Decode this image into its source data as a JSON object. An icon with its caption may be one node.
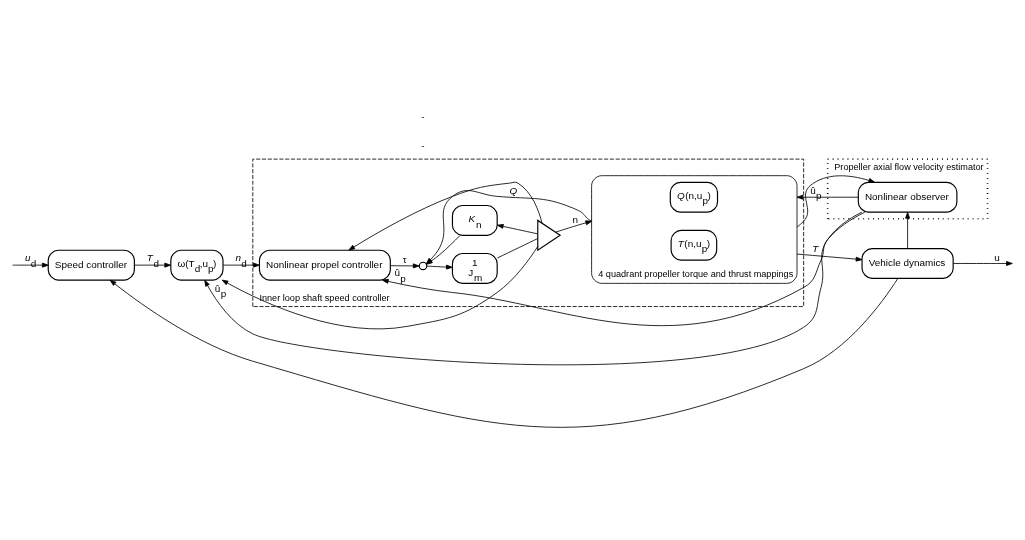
{
  "diagram": {
    "nodes": [
      {
        "text": [
          "Propeller axial flow velocity estimator"
        ]
      },
      {
        "text": [
          "Nonlinear observer"
        ],
        "in": 0
      },
      {
        "text": [
          "Inner loop shaft speed controller"
        ]
      },
      {
        "text": [
          "Speed controller"
        ]
      },
      {
        "text": [
          "ω(T$_{d}$,u$_{p}$)"
        ]
      },
      {
        "text": [
          "Nonlinear propel controller"
        ],
        "in": 2
      },
      {
        "text": [],
        "shape": "circle",
        "in": 2
      },
      {
        "text": [
          "1",
          "J$_{m}$"
        ],
        "in": 2
      },
      {
        "text": [],
        "shape": "triangle",
        "in": 2
      },
      {
        "text": [
          "*K*$_{n}$"
        ],
        "in": 2
      },
      {
        "text": [],
        "shape": "box",
        "beside": [
          "4 quadrant propeller torque and thrust mappings"
        ],
        "in": 2
      },
      {
        "text": [
          "*Q*(n,u$_{p}$)"
        ],
        "in": 10
      },
      {
        "text": [
          "*T*(n,u$_{p}$)"
        ],
        "in": 10
      },
      {
        "text": [
          "Vehicle dynamics"
        ]
      }
    ],
    "edges": [
      {
        "from": null,
        "to": 3,
        "arrow": "to",
        "label": "*u*$_{d}$"
      },
      {
        "from": 3,
        "to": 4,
        "arrow": "to",
        "label": "*T*$_{d}$"
      },
      {
        "from": 4,
        "to": 5,
        "arrow": "to",
        "label": "*n*$_{d}$"
      },
      {
        "from": 5,
        "to": 6,
        "arrow": "to",
        "label": "τ"
      },
      {
        "from": 6,
        "to": 7,
        "arrow": "to"
      },
      {
        "from": 7,
        "to": 8,
        "arrow": "none"
      },
      {
        "from": 8,
        "to": 10,
        "arrow": "to",
        "label": "n"
      },
      {
        "from": 8,
        "to": 9,
        "arrow": "to"
      },
      {
        "from": 9,
        "to": 6,
        "arrow": "to"
      },
      {
        "from": 8,
        "to": 5,
        "arrow": "to"
      },
      {
        "from": 8,
        "to": 4,
        "arrow": "to"
      },
      {
        "from": 10,
        "to": 6,
        "arrow": "to",
        "label": "*Q*"
      },
      {
        "from": 10,
        "to": 13,
        "arrow": "to",
        "label": "*T*"
      },
      {
        "from": 13,
        "to": null,
        "arrow": "to",
        "label": "u"
      },
      {
        "from": 10,
        "to": 1,
        "arrow": "to"
      },
      {
        "from": 13,
        "to": 1,
        "arrow": "to"
      },
      {
        "from": 13,
        "to": 3,
        "arrow": "to"
      },
      {
        "from": 1,
        "to": 4,
        "arrow": "to",
        "label": "û$_{p}$"
      },
      {
        "from": 1,
        "to": 5,
        "arrow": "to",
        "label": "û$_{p}$"
      },
      {
        "from": 1,
        "to": 10,
        "arrow": "to",
        "label": "û$_{p}$"
      }
    ],
    "labels": [
      "-",
      "-"
    ]
  }
}
